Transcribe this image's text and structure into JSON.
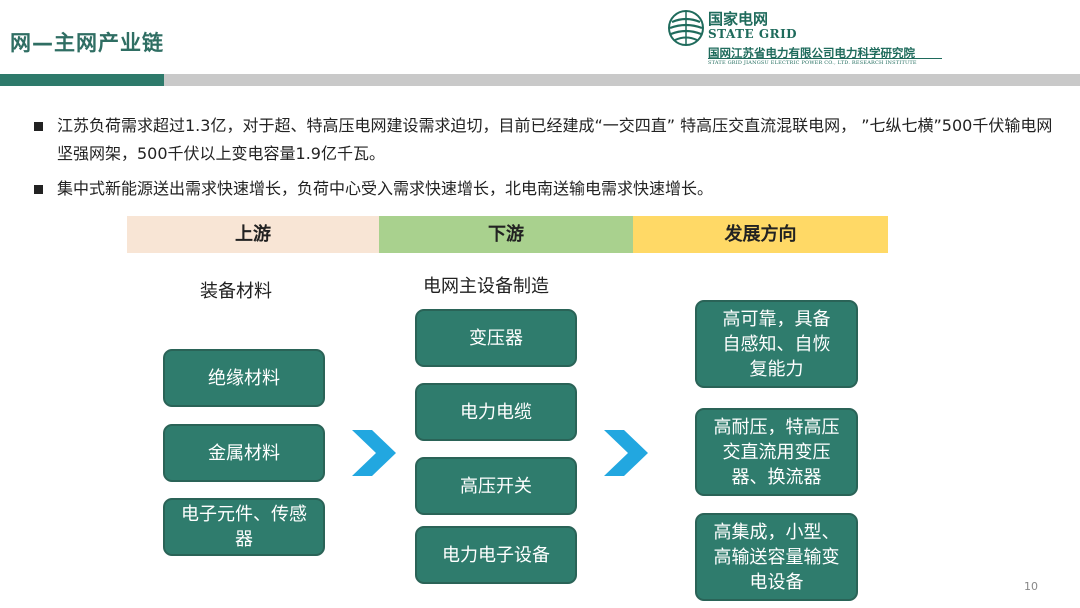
{
  "header": {
    "title": "网—主网产业链",
    "logo_cn": "国家电网",
    "logo_en": "STATE GRID",
    "org_cn": "国网江苏省电力有限公司电力科学研究院",
    "org_en": "STATE GRID JIANGSU ELECTRIC POWER CO., LTD. RESEARCH INSTITUTE"
  },
  "bullets": [
    "江苏负荷需求超过1.3亿，对于超、特高压电网建设需求迫切，目前已经建成“一交四直” 特高压交直流混联电网， ”七纵七横”500千伏输电网坚强网架，500千伏以上变电容量1.9亿千瓦。",
    "集中式新能源送出需求快速增长，负荷中心受入需求快速增长，北电南送输电需求快速增长。"
  ],
  "columns": {
    "upstream": {
      "header": "上游",
      "subtitle": "装备材料",
      "items": [
        "绝缘材料",
        "金属材料",
        "电子元件、传感器"
      ]
    },
    "downstream": {
      "header": "下游",
      "subtitle": "电网主设备制造",
      "items": [
        "变压器",
        "电力电缆",
        "高压开关",
        "电力电子设备"
      ]
    },
    "direction": {
      "header": "发展方向",
      "items": [
        "高可靠，具备自感知、自恢复能力",
        "高耐压，特高压交直流用变压器、换流器",
        "高集成，小型、高输送容量输变电设备"
      ]
    }
  },
  "colors": {
    "theme_green": "#2e7a6b",
    "box_fill": "#2f7c6d",
    "arrow_blue": "#22a7e0",
    "upstream_header": "#f8e5d5",
    "downstream_header": "#a9d18e",
    "direction_header": "#ffd966"
  },
  "icons": {
    "arrow": "chevron-right-icon",
    "logo": "state-grid-logo-icon"
  },
  "page_number": "10"
}
